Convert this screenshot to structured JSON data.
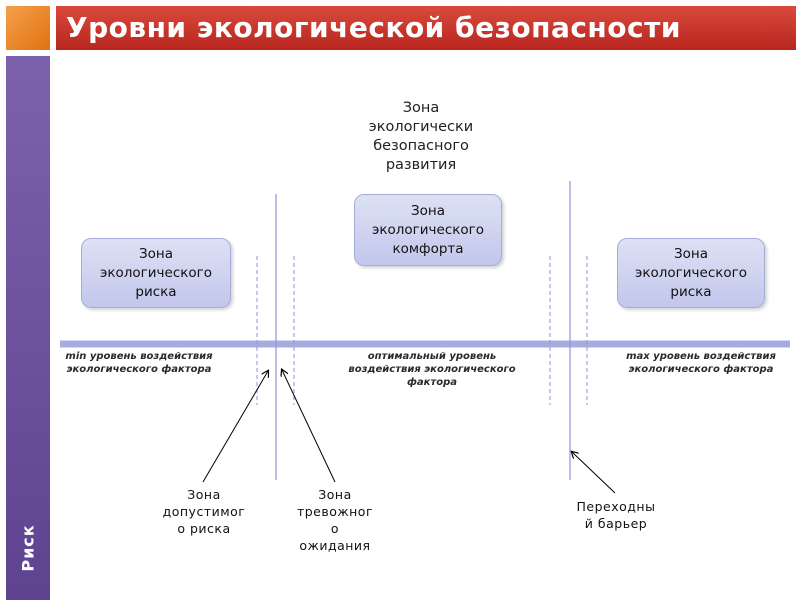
{
  "slide": {
    "title": "Уровни экологической безопасности",
    "side_label": "Риск",
    "colors": {
      "title_bar": "#c0302a",
      "side_bar": "#6a50a0",
      "accent": "#f08a24",
      "axis": "#a6acdf",
      "zone_box": "#cdd1ef"
    }
  },
  "diagram": {
    "safe_zone_heading": "Зона\nэкологически\nбезопасного\nразвития",
    "zones": {
      "risk_left": "Зона\nэкологического\nриска",
      "comfort": "Зона\nэкологического\nкомфорта",
      "risk_right": "Зона\nэкологического\nриска"
    },
    "axis_labels": {
      "min": "min уровень воздействия\nэкологического фактора",
      "optimal": "оптимальный уровень\nвоздействия экологического\nфактора",
      "max": "max уровень воздействия\nэкологического фактора"
    },
    "notes": {
      "acceptable_risk": "Зона\nдопустимог\nо риска",
      "alarm_waiting": "Зона\nтревожног\nо\nожидания",
      "transition_barrier": "Переходны\nй барьер"
    }
  }
}
